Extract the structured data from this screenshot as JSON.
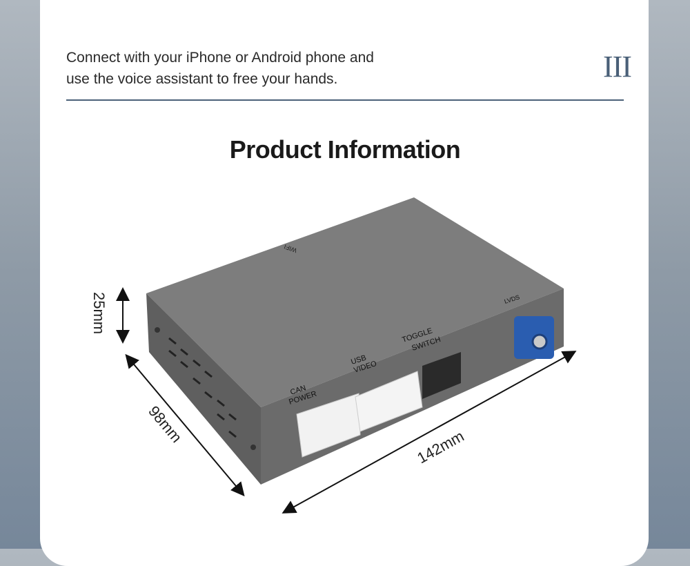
{
  "intro": {
    "line1": "Connect with your iPhone or Android phone and",
    "line2": "use the voice assistant to free your hands."
  },
  "section_numeral": "III",
  "section_title": "Product Information",
  "product": {
    "labels": {
      "wifi": "WIFI",
      "lvds": "LVDS",
      "toggle": "TOGGLE",
      "switch": "SWITCH",
      "usb": "USB",
      "video": "VIDEO",
      "can": "CAN",
      "power": "POWER"
    },
    "dimensions": {
      "height": "25mm",
      "depth": "98mm",
      "width": "142mm"
    }
  }
}
